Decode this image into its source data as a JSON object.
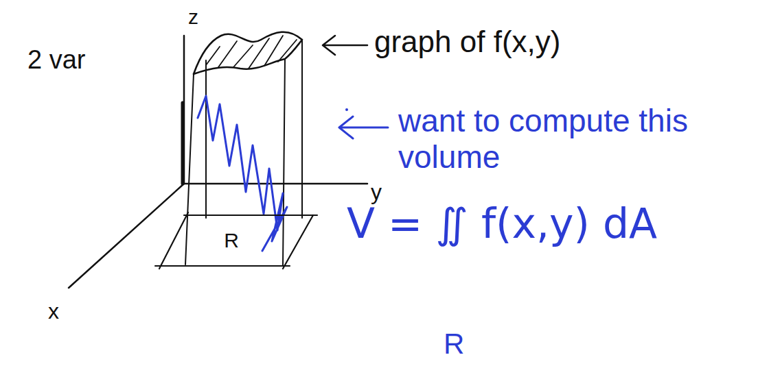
{
  "diagram": {
    "nodes": [
      {
        "text": [
          "R"
        ]
      }
    ],
    "labels": [
      "2 var",
      "z",
      "y",
      "x",
      "graph of f(x,y)",
      "want to compute this volume",
      "V = ∬ f(x,y) dA",
      "R"
    ]
  }
}
